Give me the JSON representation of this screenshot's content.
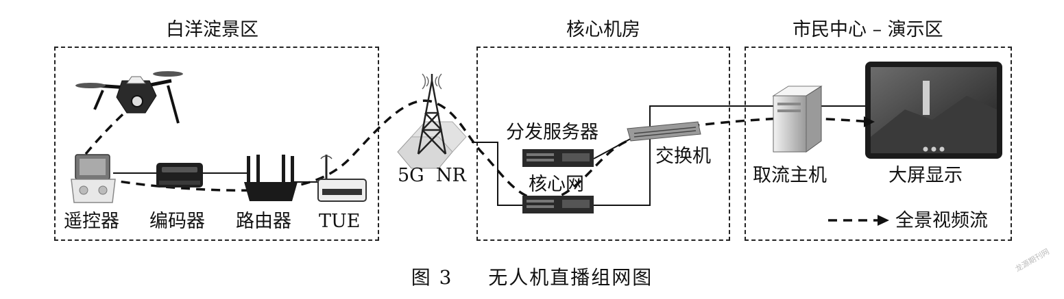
{
  "zones": {
    "scenic": "白洋淀景区",
    "core": "核心机房",
    "citizen": "市民中心 – 演示区"
  },
  "labels": {
    "remote": "遥控器",
    "encoder": "编码器",
    "router": "路由器",
    "tue": "TUE",
    "gnb": "5G  NR",
    "dist_server": "分发服务器",
    "core_net": "核心网",
    "switch": "交换机",
    "host": "取流主机",
    "screen": "大屏显示"
  },
  "legend": {
    "text": "全景视频流"
  },
  "caption": {
    "figure_no": "图 3",
    "title": "无人机直播组网图"
  },
  "watermark": "龙源期刊网"
}
